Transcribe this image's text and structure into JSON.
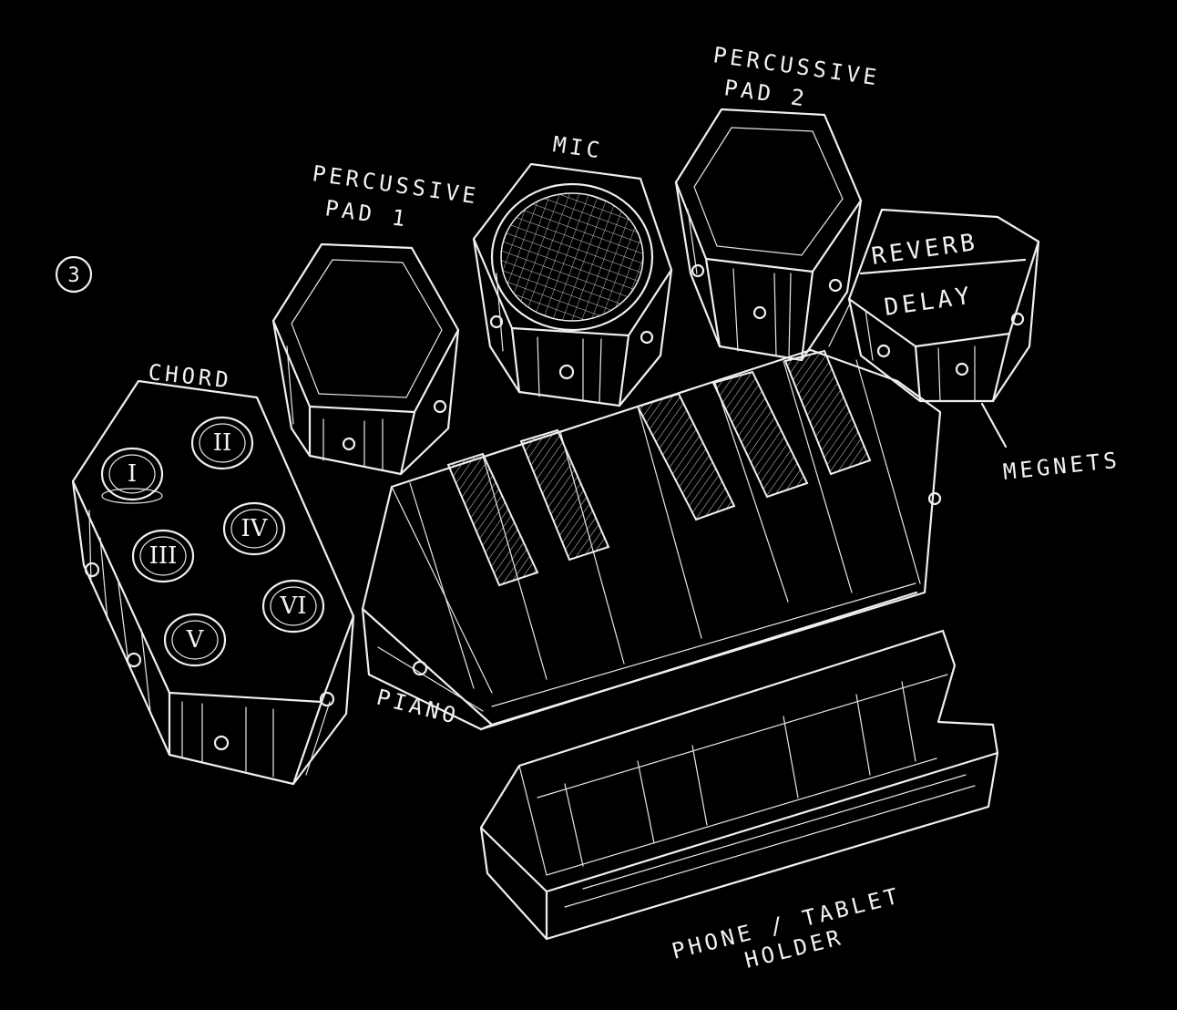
{
  "sheet": {
    "number": "3"
  },
  "labels": {
    "chord": "CHORD",
    "pad1_line1": "PERCUSSIVE",
    "pad1_line2": "PAD 1",
    "mic": "MIC",
    "pad2_line1": "PERCUSSIVE",
    "pad2_line2": "PAD 2",
    "reverb": "REVERB",
    "delay": "DELAY",
    "magnets": "MEGNETS",
    "piano": "PIANO",
    "holder_line1": "PHONE / TABLET",
    "holder_line2": "HOLDER"
  },
  "chord_buttons": [
    "I",
    "II",
    "III",
    "IV",
    "V",
    "VI"
  ],
  "colors": {
    "background": "#000000",
    "ink": "#efefef"
  }
}
